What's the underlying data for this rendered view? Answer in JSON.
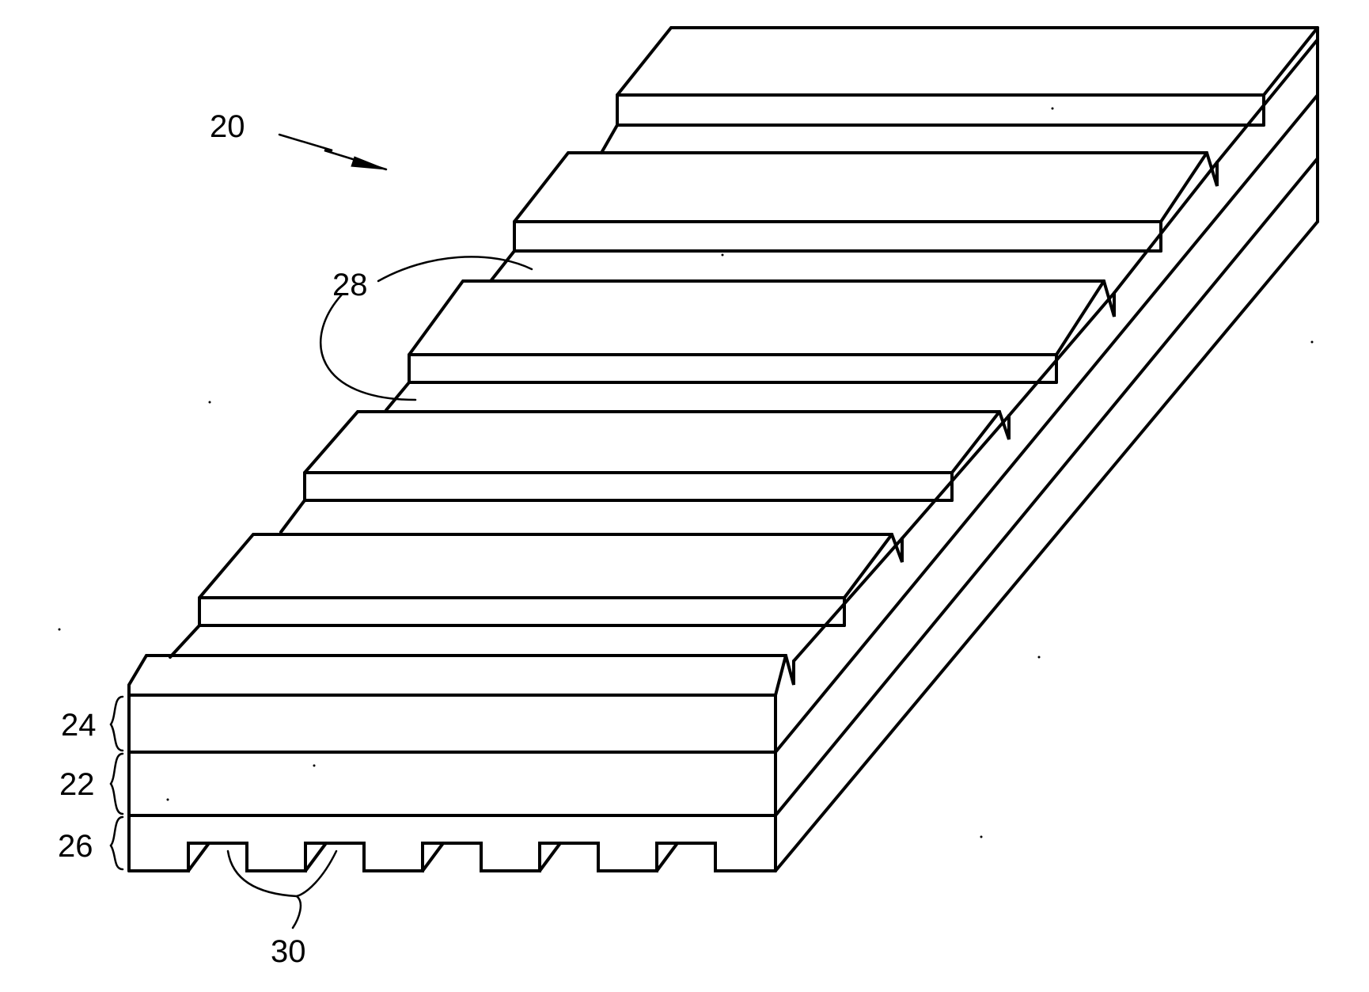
{
  "labels": {
    "device": "20",
    "grooves_top": "28",
    "layer_upper": "24",
    "layer_middle": "22",
    "layer_bottom": "26",
    "grooves_bottom": "30"
  },
  "colors": {
    "ink": "#000000",
    "paper": "#ffffff"
  }
}
